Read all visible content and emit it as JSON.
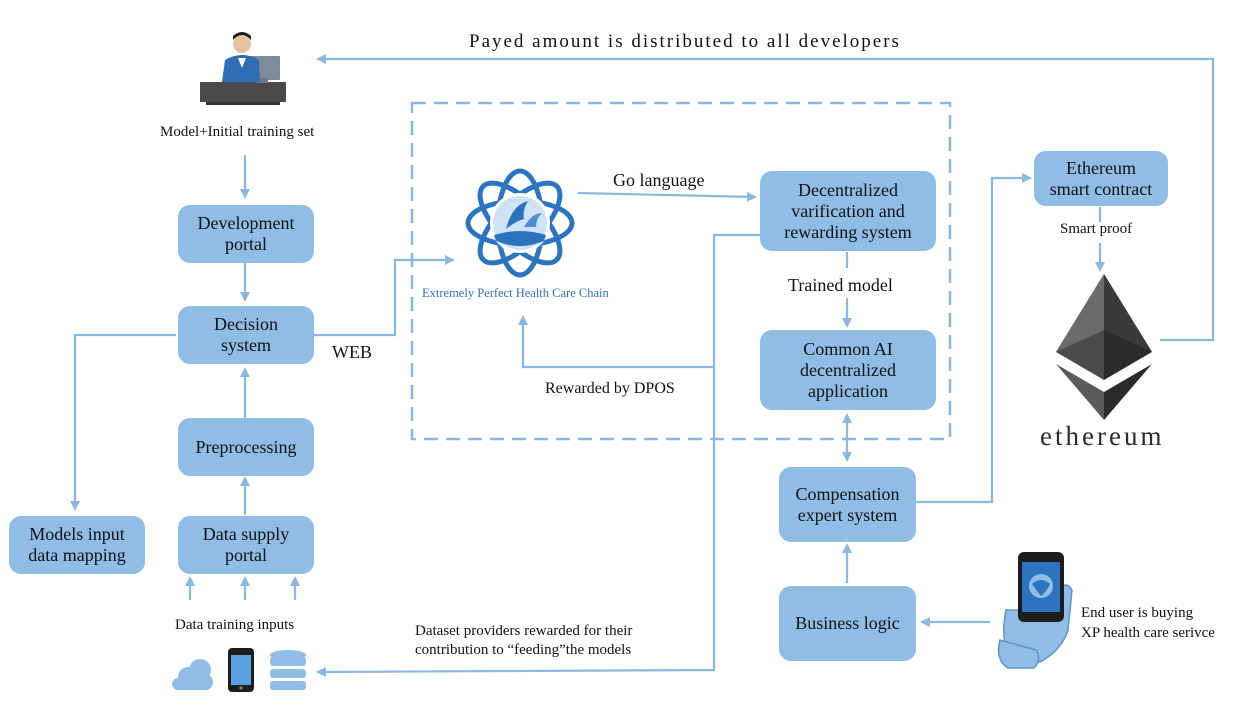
{
  "colors": {
    "box_fill": "#8fbde6",
    "arrow": "#8ab8e0",
    "dashed": "#8ab8e0",
    "logo_blue": "#2d74c0",
    "eth_dark": "#2b2b2b"
  },
  "top_banner": "Payed amount is distributed to all developers",
  "developer_caption": "Model+Initial training set",
  "boxes": {
    "development_portal": "Development\nportal",
    "decision_system": "Decision\nsystem",
    "preprocessing": "Preprocessing",
    "data_supply_portal": "Data supply\nportal",
    "models_input": "Models input\ndata mapping",
    "verification": "Decentralized\nvarification and\nrewarding system",
    "common_ai": "Common AI\ndecentralized\napplication",
    "compensation": "Compensation\nexpert system",
    "business_logic": "Business logic",
    "ethereum_contract": "Ethereum\nsmart contract"
  },
  "labels": {
    "web": "WEB",
    "go_language": "Go language",
    "trained_model": "Trained model",
    "rewarded_dpos": "Rewarded by DPOS",
    "smart_proof": "Smart proof",
    "data_training_inputs": "Data training inputs",
    "dataset_rewarded": "Dataset providers rewarded for their\ncontribution to “feeding”the models",
    "end_user": "End user is buying\nXP health care serivce",
    "logo_caption": "Extremely Perfect Health Care Chain",
    "ethereum_word": "ethereum"
  },
  "icons": [
    "developer-at-desk-icon",
    "healthcare-chain-logo-icon",
    "ethereum-logo-icon",
    "cloud-icon",
    "mobile-phone-icon",
    "database-icon",
    "hand-holding-phone-icon"
  ]
}
